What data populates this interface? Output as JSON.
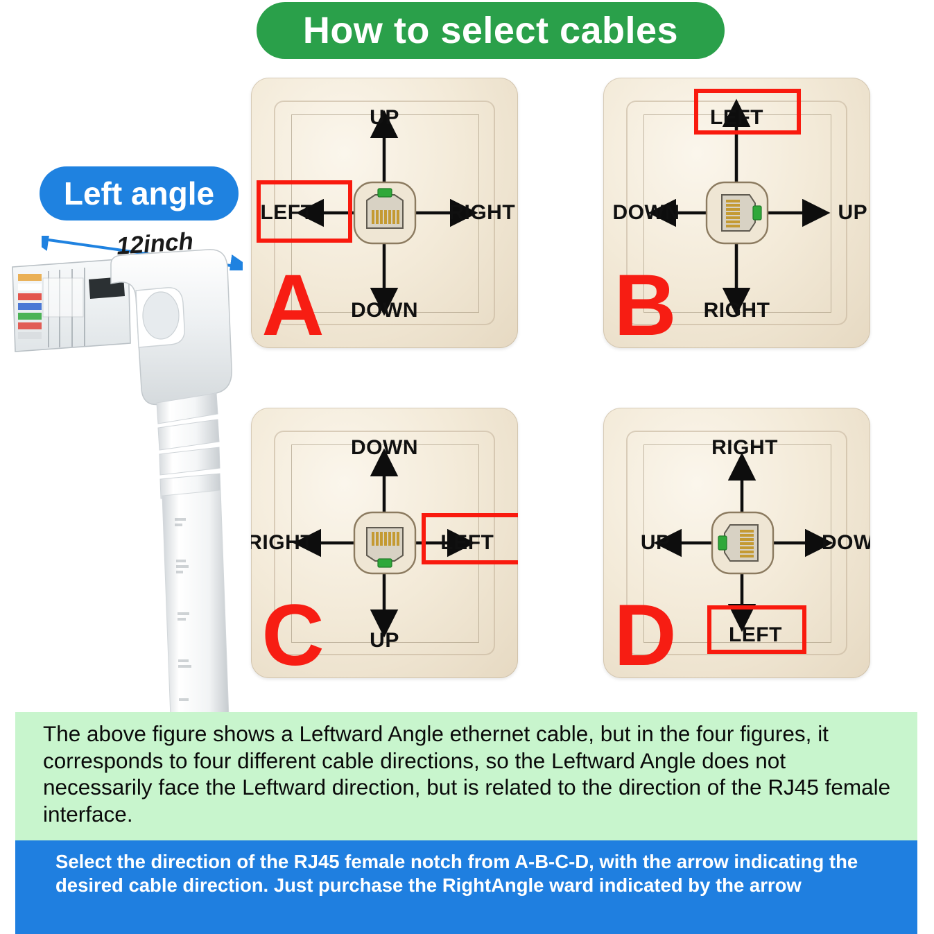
{
  "header": {
    "title": "How to select cables"
  },
  "product": {
    "angle_badge": "Left angle",
    "length_label": "12inch",
    "connector_icon": "rj45-right-angle-plug-icon",
    "measure_arrow_icon": "double-headed-arrow-icon"
  },
  "colors": {
    "title_banner_green": "#2aa04a",
    "badge_blue": "#1f82e0",
    "highlight_red": "#f91a0e",
    "letter_red": "#f71d13",
    "note_green_bg": "#c8f5cd",
    "note_blue_bg": "#1f7fe0",
    "faceplate_ivory": "#f3ead8",
    "jack_notch_green": "#2fa83a"
  },
  "panels": [
    {
      "letter": "A",
      "notch_position": "top",
      "labels": {
        "top": "UP",
        "bottom": "DOWN",
        "left": "LEFT",
        "right": "RIGHT"
      },
      "highlighted": "left"
    },
    {
      "letter": "B",
      "notch_position": "right",
      "labels": {
        "top": "LEFT",
        "bottom": "RIGHT",
        "left": "DOWN",
        "right": "UP"
      },
      "highlighted": "top"
    },
    {
      "letter": "C",
      "notch_position": "bottom",
      "labels": {
        "top": "DOWN",
        "bottom": "UP",
        "left": "RIGHT",
        "right": "LEFT"
      },
      "highlighted": "right"
    },
    {
      "letter": "D",
      "notch_position": "left",
      "labels": {
        "top": "RIGHT",
        "bottom": "LEFT",
        "left": "UP",
        "right": "DOWN"
      },
      "highlighted": "bottom"
    }
  ],
  "notes": {
    "green": "The above figure shows a Leftward Angle ethernet cable, but in the four figures, it corresponds to four different cable directions, so the Leftward Angle does not necessarily face the Leftward direction, but is related to the direction of the RJ45 female interface.",
    "blue": "Select the direction of the RJ45 female notch from A-B-C-D, with the arrow indicating the desired cable direction. Just purchase the RightAngle ward indicated by the arrow"
  }
}
